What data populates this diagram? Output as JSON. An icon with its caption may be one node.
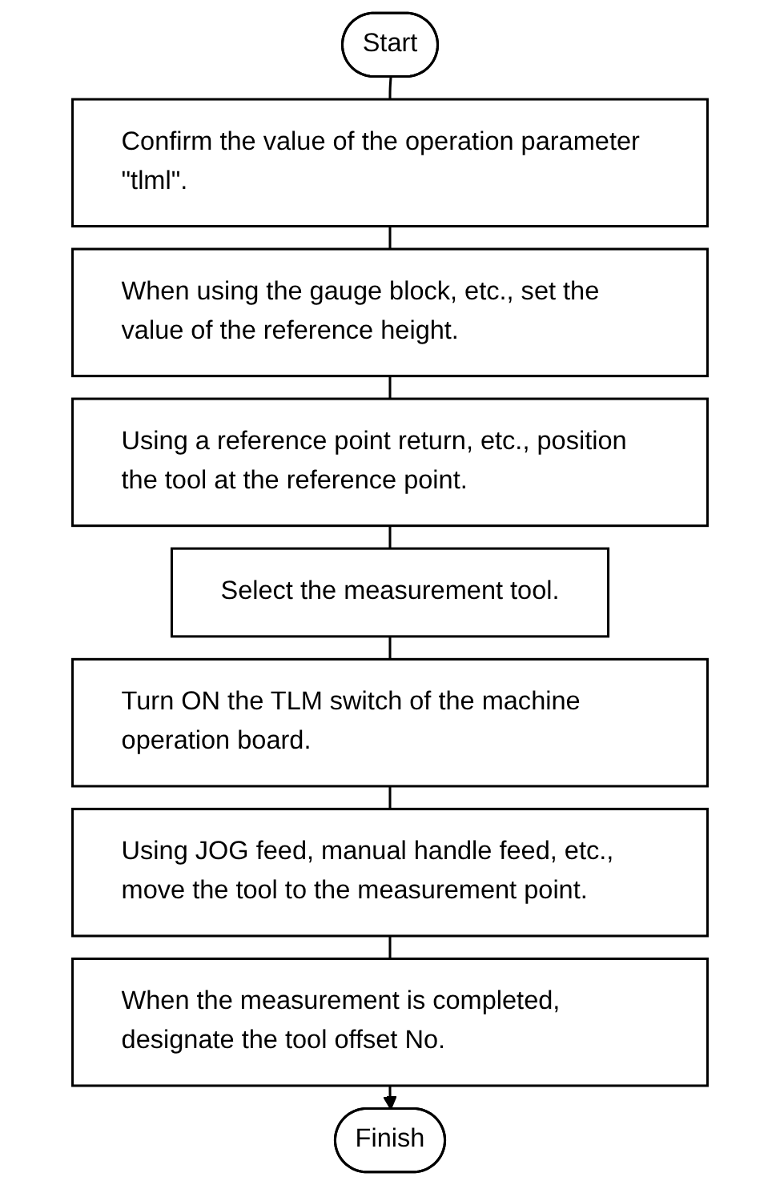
{
  "diagram": {
    "nodes": [
      {
        "text": [
          "Start"
        ]
      },
      {
        "text": [
          "Confirm the value of the operation parameter \"tlml\"."
        ]
      },
      {
        "text": [
          "When using the gauge block, etc., set the value of the reference height."
        ]
      },
      {
        "text": [
          "Using a reference point return, etc., position the tool at the reference point."
        ]
      },
      {
        "text": [
          "Select the measurement tool."
        ]
      },
      {
        "text": [
          "Turn ON the TLM switch of the machine operation board."
        ]
      },
      {
        "text": [
          "Using JOG feed, manual handle feed, etc., move the tool to the measurement point."
        ]
      },
      {
        "text": [
          "When the measurement is completed, designate the tool offset No."
        ]
      },
      {
        "text": [
          "Finish"
        ]
      }
    ],
    "edges": [
      {
        "from": 0,
        "to": 1,
        "arrow": "none"
      },
      {
        "from": 1,
        "to": 2,
        "arrow": "none"
      },
      {
        "from": 2,
        "to": 3,
        "arrow": "none"
      },
      {
        "from": 3,
        "to": 4,
        "arrow": "none"
      },
      {
        "from": 4,
        "to": 5,
        "arrow": "none"
      },
      {
        "from": 5,
        "to": 6,
        "arrow": "none"
      },
      {
        "from": 6,
        "to": 7,
        "arrow": "none"
      },
      {
        "from": 7,
        "to": 8,
        "arrow": "to"
      }
    ]
  }
}
